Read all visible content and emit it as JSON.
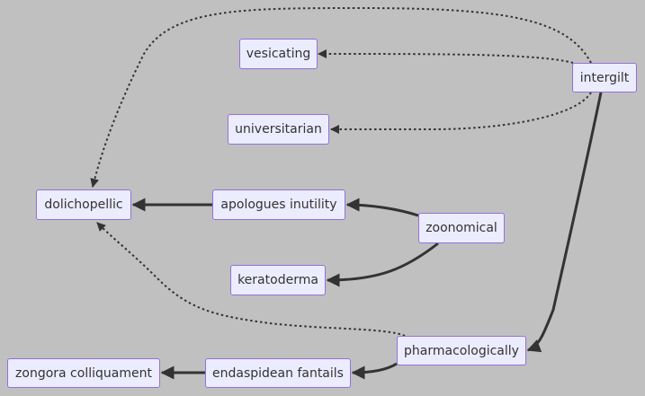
{
  "nodes": {
    "intergilt": "intergilt",
    "vesicating": "vesicating",
    "universitarian": "universitarian",
    "dolichopellic": "dolichopellic",
    "apologues_inutility": "apologues inutility",
    "zoonomical": "zoonomical",
    "keratoderma": "keratoderma",
    "pharmacologically": "pharmacologically",
    "endaspidean_fantails": "endaspidean fantails",
    "zongora_colliquament": "zongora colliquament"
  },
  "edges": [
    {
      "from": "intergilt",
      "to": "dolichopellic",
      "style": "dotted"
    },
    {
      "from": "intergilt",
      "to": "vesicating",
      "style": "dotted"
    },
    {
      "from": "intergilt",
      "to": "universitarian",
      "style": "dotted"
    },
    {
      "from": "intergilt",
      "to": "pharmacologically",
      "style": "solid"
    },
    {
      "from": "apologues_inutility",
      "to": "dolichopellic",
      "style": "solid"
    },
    {
      "from": "zoonomical",
      "to": "apologues_inutility",
      "style": "solid"
    },
    {
      "from": "zoonomical",
      "to": "keratoderma",
      "style": "solid"
    },
    {
      "from": "pharmacologically",
      "to": "dolichopellic",
      "style": "dotted"
    },
    {
      "from": "pharmacologically",
      "to": "endaspidean_fantails",
      "style": "solid"
    },
    {
      "from": "endaspidean_fantails",
      "to": "zongora_colliquament",
      "style": "solid"
    }
  ],
  "colors": {
    "background": "#c0c0c0",
    "node_fill": "#ececff",
    "node_border": "#9370db",
    "edge": "#333333",
    "text": "#333333"
  }
}
